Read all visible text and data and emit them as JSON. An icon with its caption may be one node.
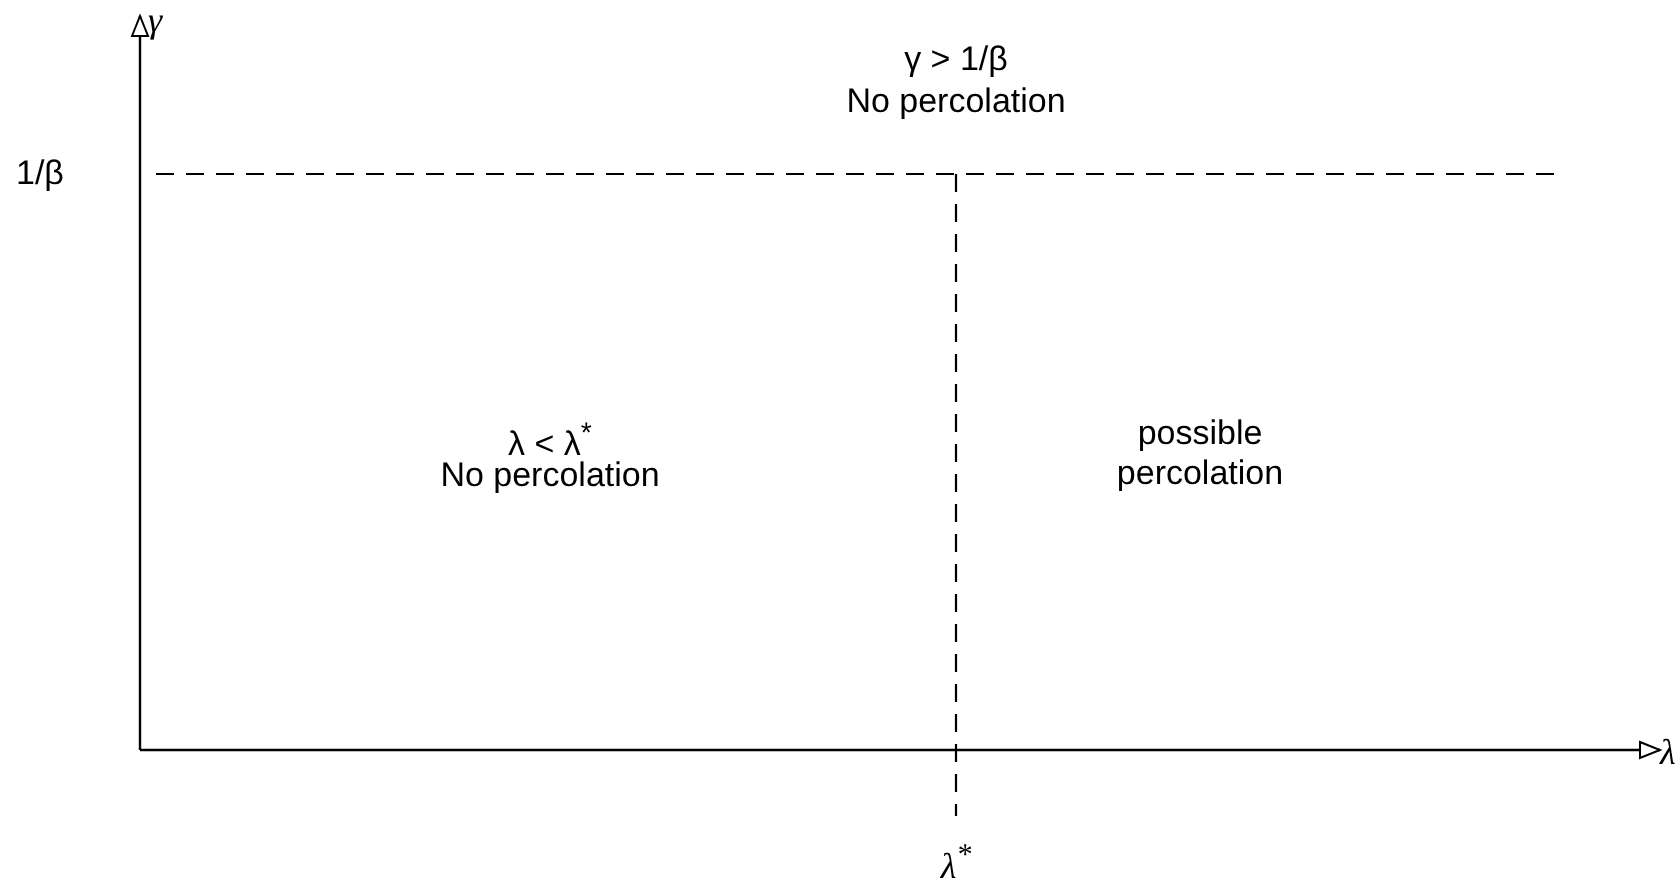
{
  "diagram": {
    "labels": [
      "γ",
      "γ > 1/β",
      "No percolation",
      "1/β",
      "λ < λ$^{*}$",
      "No percolation",
      "possible percolation",
      "λ",
      "λ$^{*}$"
    ]
  }
}
